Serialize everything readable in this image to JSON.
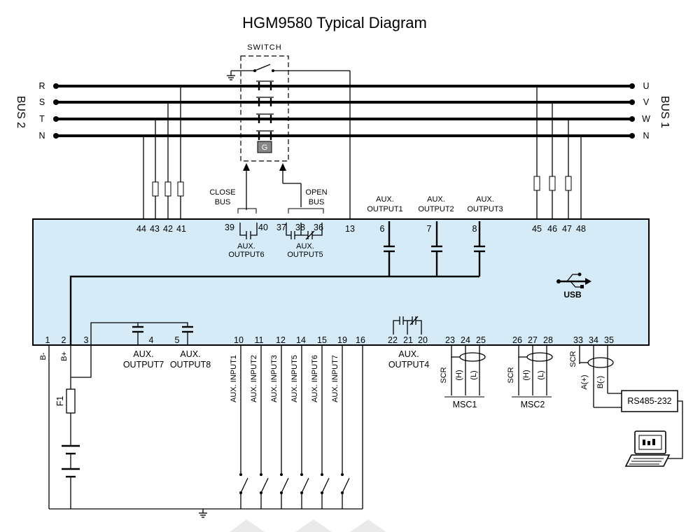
{
  "title": "HGM9580 Typical Diagram",
  "switch_label": "SWITCH",
  "g_label": "G",
  "bus2_label": "BUS 2",
  "bus1_label": "BUS 1",
  "bus2_phases": [
    "R",
    "S",
    "T",
    "N"
  ],
  "bus1_phases": [
    "U",
    "V",
    "W",
    "N"
  ],
  "close_bus": [
    "CLOSE",
    "BUS"
  ],
  "open_bus": [
    "OPEN",
    "BUS"
  ],
  "aux_output_top": [
    {
      "l1": "AUX.",
      "l2": "OUTPUT1",
      "term": "6"
    },
    {
      "l1": "AUX.",
      "l2": "OUTPUT2",
      "term": "7"
    },
    {
      "l1": "AUX.",
      "l2": "OUTPUT3",
      "term": "8"
    }
  ],
  "top_terminals_left": [
    "44",
    "43",
    "42",
    "41"
  ],
  "top_terminals_right": [
    "45",
    "46",
    "47",
    "48"
  ],
  "term_39": "39",
  "term_40": "40",
  "term_37": "37",
  "term_38": "38",
  "term_36": "36",
  "term_13": "13",
  "aux_output6": [
    "AUX.",
    "OUTPUT6"
  ],
  "aux_output5": [
    "AUX.",
    "OUTPUT5"
  ],
  "usb_label": "USB",
  "bottom_terminals": {
    "t1": "1",
    "t2": "2",
    "t3": "3",
    "t4": "4",
    "t5": "5",
    "t10": "10",
    "t11": "11",
    "t12": "12",
    "t14": "14",
    "t15": "15",
    "t19": "19",
    "t16": "16",
    "t22": "22",
    "t21": "21",
    "t20": "20",
    "t23": "23",
    "t24": "24",
    "t25": "25",
    "t26": "26",
    "t27": "27",
    "t28": "28",
    "t33": "33",
    "t34": "34",
    "t35": "35"
  },
  "b_minus": "B-",
  "b_plus": "B+",
  "fuse": "F1",
  "aux_output7": [
    "AUX.",
    "OUTPUT7"
  ],
  "aux_output8": [
    "AUX.",
    "OUTPUT8"
  ],
  "aux_inputs": [
    "AUX. INPUT1",
    "AUX. INPUT2",
    "AUX. INPUT3",
    "AUX. INPUT5",
    "AUX. INPUT6",
    "AUX. INPUT7"
  ],
  "aux_output4": [
    "AUX.",
    "OUTPUT4"
  ],
  "msc1": {
    "scr": "SCR",
    "h": "(H)",
    "l": "(L)",
    "name": "MSC1"
  },
  "msc2": {
    "scr": "SCR",
    "h": "(H)",
    "l": "(L)",
    "name": "MSC2"
  },
  "rs485": {
    "scr": "SCR",
    "a": "A(+)",
    "b": "B(-)",
    "box": "RS485-232"
  },
  "colors": {
    "controller_fill": "#d5ecf8",
    "line": "#000000"
  }
}
